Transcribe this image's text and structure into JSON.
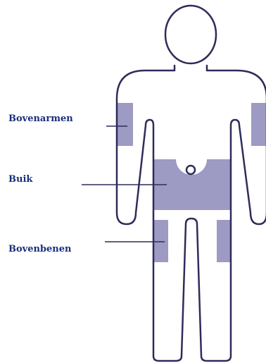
{
  "labels": {
    "bovenarmen": "Bovenarmen",
    "buik": "Buik",
    "bovenbenen": "Bovenbenen"
  },
  "colors": {
    "outline": "#2e2c5a",
    "zone": "#9d9ac4",
    "label": "#1a2f7a",
    "leader": "#2e2c5a"
  }
}
